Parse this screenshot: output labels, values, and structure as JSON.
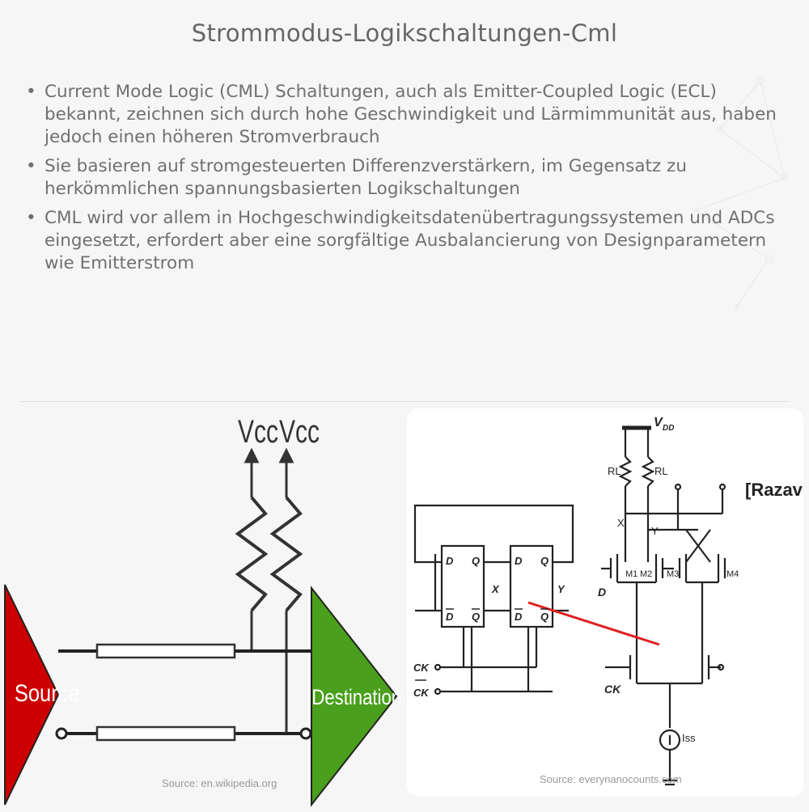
{
  "page": {
    "title": "Strommodus-Logikschaltungen-Cml",
    "bullets": [
      "Current Mode Logic (CML) Schaltungen, auch als Emitter-Coupled Logic (ECL) bekannt, zeichnen sich durch hohe Geschwindigkeit und Lärmimmunität aus, haben jedoch einen höheren Stromverbrauch",
      "Sie basieren auf stromgesteuerten Differenzverstärkern, im Gegensatz zu herkömmlichen spannungsbasierten Logikschaltungen",
      "CML wird vor allem in Hochgeschwindigkeitsdatenübertragungssystemen und ADCs eingesetzt, erfordert aber eine sorgfältige Ausbalancierung von Designparametern wie Emitterstrom"
    ],
    "bullet_symbol": "•"
  },
  "left_figure": {
    "vcc1": "Vcc",
    "vcc2": "Vcc",
    "source_label": "Source",
    "destination_label": "Destination",
    "credit": "Source: en.wikipedia.org",
    "source_color": "#cc0000",
    "destination_color": "#4aa01c"
  },
  "right_figure": {
    "vdd_label": "V",
    "vdd_sub": "DD",
    "rl_left": "RL",
    "rl_right": "RL",
    "razavi": "[Razavi]",
    "x_node": "X",
    "y_node": "Y",
    "m1": "M1",
    "m2": "M2",
    "m3": "M3",
    "m4": "M4",
    "d_input": "D",
    "ck_input": "CK",
    "iss": "Iss",
    "ff_d": "D",
    "ff_q": "Q",
    "ff_x": "X",
    "ff_y": "Y",
    "ck_label": "CK",
    "ckbar_label": "CK",
    "credit": "Source: everynanocounts.com",
    "arrow_color": "#e02020"
  }
}
